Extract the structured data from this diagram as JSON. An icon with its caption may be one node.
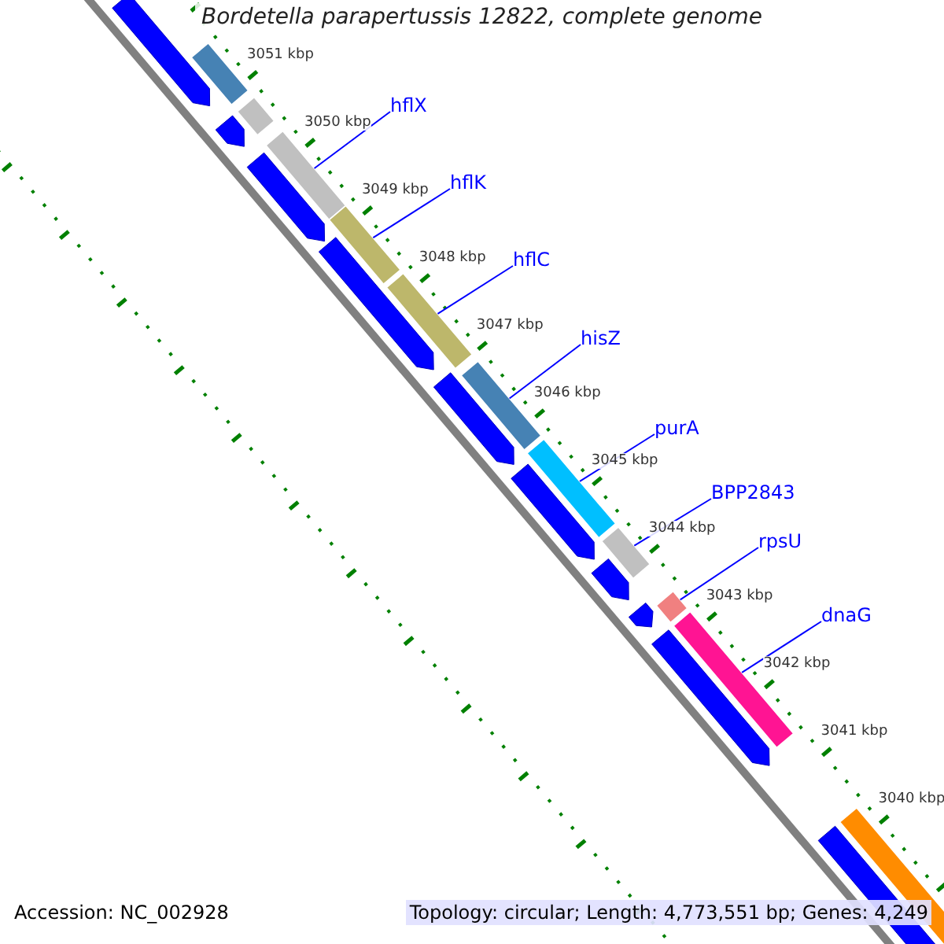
{
  "diagram": {
    "title": "Bordetella parapertussis 12822, complete genome",
    "nodes": [
      {
        "text": [
          "hflX"
        ]
      },
      {
        "text": [
          "hflK"
        ]
      },
      {
        "text": [
          "hflC"
        ]
      },
      {
        "text": [
          "hisZ"
        ]
      },
      {
        "text": [
          "purA"
        ]
      },
      {
        "text": [
          "BPP2843"
        ]
      },
      {
        "text": [
          "rpsU"
        ]
      },
      {
        "text": [
          "dnaG"
        ]
      },
      {
        "text": [],
        "shape": "bar"
      },
      {
        "text": [],
        "shape": "bar"
      },
      {
        "text": [],
        "shape": "bar"
      },
      {
        "text": [],
        "shape": "bar"
      },
      {
        "text": [],
        "shape": "bar"
      },
      {
        "text": [],
        "shape": "bar"
      },
      {
        "text": [],
        "shape": "bar"
      },
      {
        "text": [],
        "shape": "bar"
      },
      {
        "text": [],
        "shape": "bar"
      },
      {
        "text": [],
        "shape": "bar"
      },
      {
        "text": [],
        "shape": "bar"
      },
      {
        "text": [],
        "shape": "bar"
      },
      {
        "text": [],
        "shape": "bar"
      },
      {
        "text": [],
        "shape": "bar"
      },
      {
        "text": [],
        "shape": "bar"
      },
      {
        "text": [],
        "shape": "bar"
      },
      {
        "text": [],
        "shape": "bar"
      },
      {
        "text": [],
        "shape": "bar"
      },
      {
        "text": [],
        "shape": "bar"
      },
      {
        "text": [],
        "shape": "bar"
      },
      {
        "text": [],
        "shape": "bar"
      }
    ],
    "edges": [
      {
        "from": 0,
        "to": 8,
        "arrow": "none"
      },
      {
        "from": 1,
        "to": 9,
        "arrow": "none"
      },
      {
        "from": 2,
        "to": 10,
        "arrow": "none"
      },
      {
        "from": 3,
        "to": 11,
        "arrow": "none"
      },
      {
        "from": 4,
        "to": 12,
        "arrow": "none"
      },
      {
        "from": 5,
        "to": 13,
        "arrow": "none"
      },
      {
        "from": 6,
        "to": 14,
        "arrow": "none"
      },
      {
        "from": 7,
        "to": 15,
        "arrow": "none"
      }
    ],
    "labels": [
      "3051 kbp",
      "3050 kbp",
      "3049 kbp",
      "3048 kbp",
      "3047 kbp",
      "3046 kbp",
      "3045 kbp",
      "3044 kbp",
      "3043 kbp",
      "3042 kbp",
      "3041 kbp",
      "3040 kbp",
      "Accession: NC_002928",
      "Topology: circular; Length: 4,773,551 bp; Genes: 4,249"
    ]
  }
}
